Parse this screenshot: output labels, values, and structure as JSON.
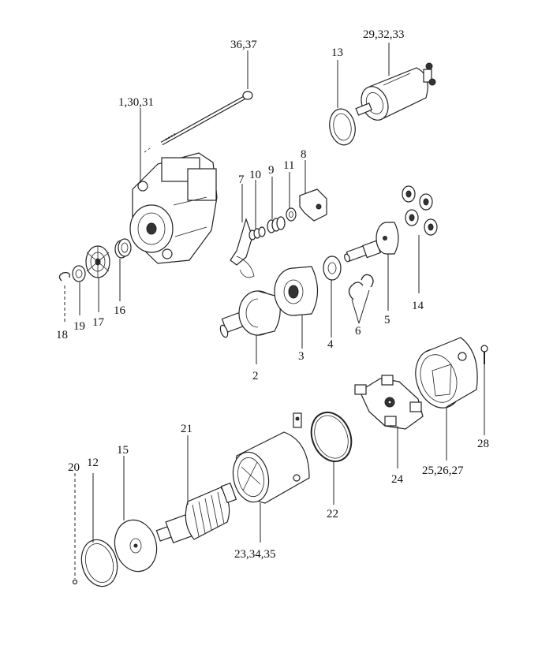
{
  "callouts": [
    {
      "id": "c-36-37",
      "text": "36,37"
    },
    {
      "id": "c-29-32-33",
      "text": "29,32,33"
    },
    {
      "id": "c-13",
      "text": "13"
    },
    {
      "id": "c-1-30-31",
      "text": "1,30,31"
    },
    {
      "id": "c-7",
      "text": "7"
    },
    {
      "id": "c-10",
      "text": "10"
    },
    {
      "id": "c-9",
      "text": "9"
    },
    {
      "id": "c-11",
      "text": "11"
    },
    {
      "id": "c-8",
      "text": "8"
    },
    {
      "id": "c-18",
      "text": "18"
    },
    {
      "id": "c-19",
      "text": "19"
    },
    {
      "id": "c-17",
      "text": "17"
    },
    {
      "id": "c-16",
      "text": "16"
    },
    {
      "id": "c-2",
      "text": "2"
    },
    {
      "id": "c-3",
      "text": "3"
    },
    {
      "id": "c-4",
      "text": "4"
    },
    {
      "id": "c-6",
      "text": "6"
    },
    {
      "id": "c-5",
      "text": "5"
    },
    {
      "id": "c-14",
      "text": "14"
    },
    {
      "id": "c-21",
      "text": "21"
    },
    {
      "id": "c-15",
      "text": "15"
    },
    {
      "id": "c-20",
      "text": "20"
    },
    {
      "id": "c-12",
      "text": "12"
    },
    {
      "id": "c-22",
      "text": "22"
    },
    {
      "id": "c-24",
      "text": "24"
    },
    {
      "id": "c-25-26-27",
      "text": "25,26,27"
    },
    {
      "id": "c-28",
      "text": "28"
    },
    {
      "id": "c-23-34-35",
      "text": "23,34,35"
    }
  ]
}
